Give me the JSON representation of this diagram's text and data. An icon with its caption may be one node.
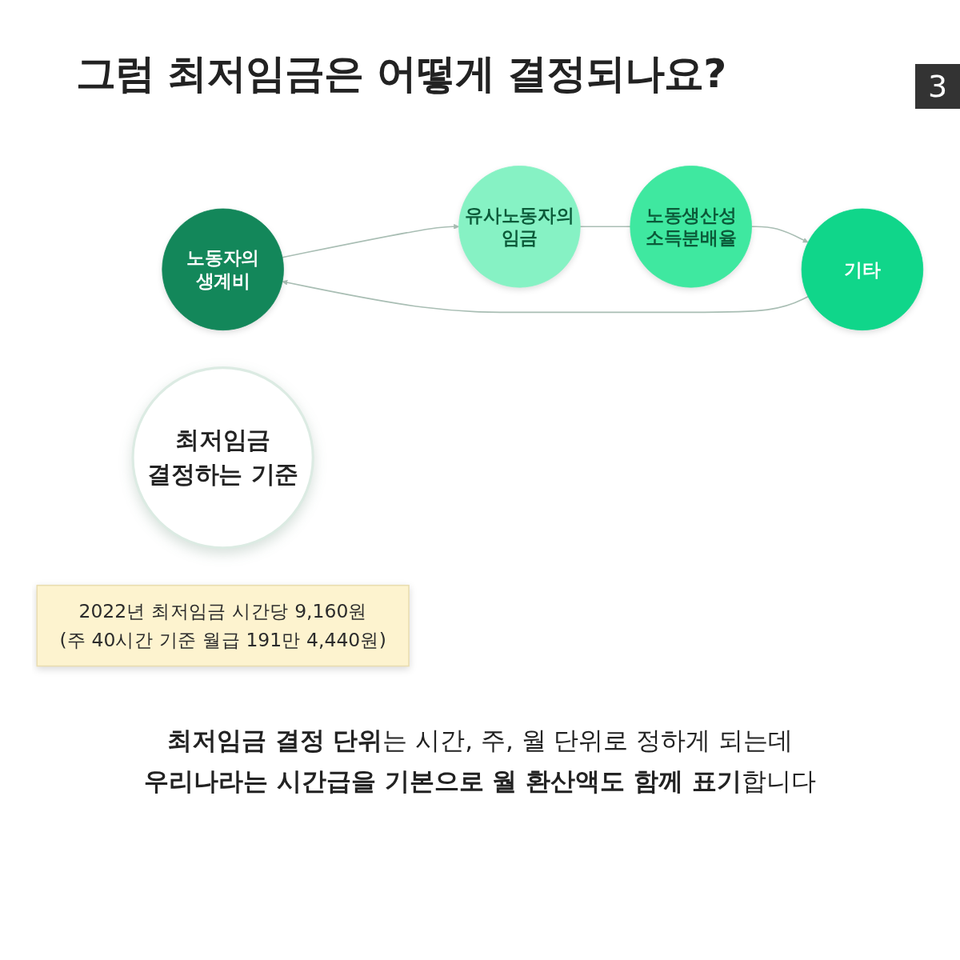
{
  "diagram": {
    "title": "그럼 최저임금은 어떻게 결정되나요?",
    "nodes": [
      {
        "text": [
          "노동자의 생계비"
        ]
      },
      {
        "text": [
          "유사노동자의 임금"
        ]
      },
      {
        "text": [
          "최저임금 결정하는 기준"
        ]
      },
      {
        "text": [
          "기타"
        ]
      },
      {
        "text": [
          "노동생산성 소득분배율"
        ]
      },
      {
        "text": [
          "2022년 최저임금 시간당 9,160원",
          "(주 40시간 기준 월급 191만 4,440원)"
        ]
      }
    ],
    "edges": [
      {
        "from": 0,
        "to": 1,
        "arrow": "to"
      },
      {
        "from": 1,
        "to": 4,
        "arrow": "none"
      },
      {
        "from": 4,
        "to": 3,
        "arrow": "to"
      },
      {
        "from": 3,
        "to": 0,
        "arrow": "to"
      }
    ],
    "labels": [
      "3",
      "**최저임금 결정 단위**는 시간, 주, 월 단위로 정하게 되는데 **우리나라는 시간급을 기본으로 월 환산액도 함께 표기**합니다"
    ]
  }
}
